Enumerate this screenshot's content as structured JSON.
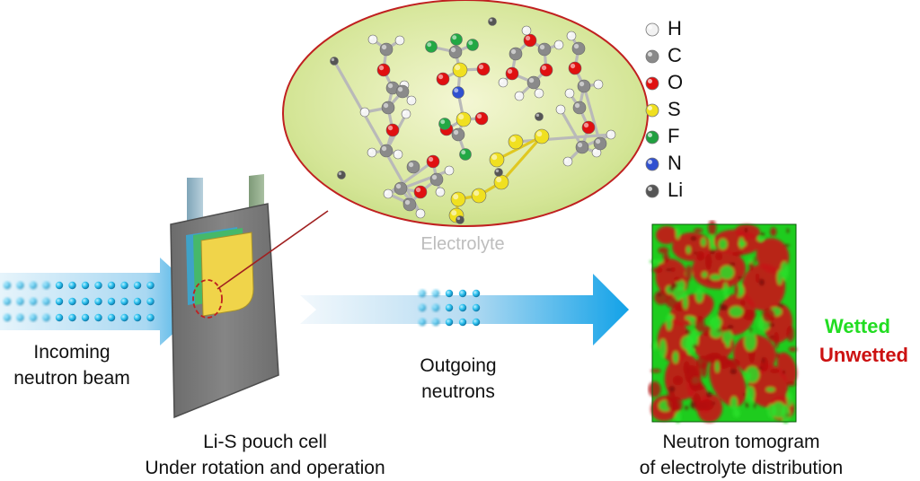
{
  "labels": {
    "electrolyte": "Electrolyte",
    "incoming_line1": "Incoming",
    "incoming_line2": "neutron beam",
    "outgoing_line1": "Outgoing",
    "outgoing_line2": "neutrons",
    "cell_line1": "Li-S pouch cell",
    "cell_line2": "Under rotation and operation",
    "tomogram_line1": "Neutron tomogram",
    "tomogram_line2": "of electrolyte distribution",
    "wetted": "Wetted",
    "unwetted": "Unwetted"
  },
  "legend": [
    {
      "symbol": "H",
      "color": "#f2f2f2",
      "icon": "hydrogen-atom-icon"
    },
    {
      "symbol": "C",
      "color": "#8a8a8a",
      "icon": "carbon-atom-icon"
    },
    {
      "symbol": "O",
      "color": "#e01010",
      "icon": "oxygen-atom-icon"
    },
    {
      "symbol": "S",
      "color": "#f0e020",
      "icon": "sulfur-atom-icon"
    },
    {
      "symbol": "F",
      "color": "#20a040",
      "icon": "fluorine-atom-icon"
    },
    {
      "symbol": "N",
      "color": "#3050d0",
      "icon": "nitrogen-atom-icon"
    },
    {
      "symbol": "Li",
      "color": "#555555",
      "icon": "lithium-atom-icon"
    }
  ],
  "colors": {
    "wetted": "#22dd22",
    "unwetted": "#cc1111",
    "beam": "#1aa9e6",
    "ellipse_border": "#c02020"
  }
}
